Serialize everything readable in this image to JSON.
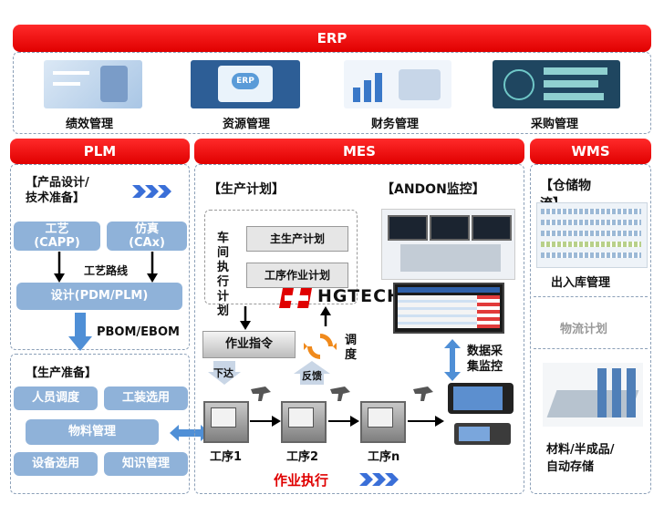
{
  "erp": {
    "title": "ERP",
    "modules": [
      "绩效管理",
      "资源管理",
      "财务管理",
      "采购管理"
    ],
    "screen_text": "ERP"
  },
  "plm": {
    "title": "PLM",
    "design_label": "【产品设计/\n技术准备】",
    "capp": "工艺\n(CAPP)",
    "cax": "仿真\n(CAx)",
    "route": "工艺路线",
    "pdm": "设计(PDM/PLM)",
    "bom": "PBOM/EBOM",
    "prep_label": "【生产准备】",
    "personnel": "人员调度",
    "tooling": "工装选用",
    "material": "物料管理",
    "equipment": "设备选用",
    "knowledge": "知识管理"
  },
  "mes": {
    "title": "MES",
    "plan_label": "【生产计划】",
    "andon_label": "【ANDON监控】",
    "workshop": "车\n间\n执\n行\n计\n划",
    "master_plan": "主生产计划",
    "process_plan": "工序作业计划",
    "work_order": "作业指令",
    "dispatch": "调\n度",
    "issue": "下达",
    "feedback": "反馈",
    "data_collect": "数据采\n集监控",
    "steps": [
      "工序1",
      "工序2",
      "工序n"
    ],
    "exec": "作业执行",
    "logo": "HGTECH"
  },
  "wms": {
    "title": "WMS",
    "storage_label": "【仓储物\n流】",
    "inout": "出入库管理",
    "logistics": "物流计划",
    "auto": "材料/半成品/\n自动存储"
  },
  "colors": {
    "red": "#e00000",
    "blue": "#8fb2d9",
    "arrow_blue": "#4f8fd6",
    "dash": "#8ca0b8"
  }
}
